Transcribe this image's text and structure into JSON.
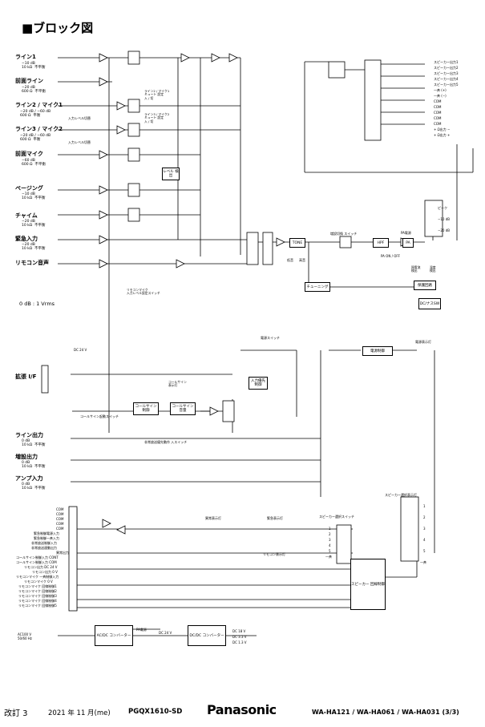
{
  "title": "■ブロック図",
  "inputs": [
    {
      "name": "ライン1",
      "spec": "−10 dB\n10 kΩ  不平衡"
    },
    {
      "name": "前面ライン",
      "spec": "−20 dB\n600 Ω  不平衡"
    },
    {
      "name": "ライン2 / マイク1",
      "spec": "−20 dB / −60 dB\n600 Ω  平衡"
    },
    {
      "name": "ライン3 / マイク2",
      "spec": "−20 dB / −60 dB\n600 Ω  平衡"
    },
    {
      "name": "前面マイク",
      "spec": "−60 dB\n600 Ω  不平衡"
    },
    {
      "name": "ページング",
      "spec": "−10 dB\n10 kΩ  不平衡"
    },
    {
      "name": "チャイム",
      "spec": "−20 dB\n10 kΩ  不平衡"
    },
    {
      "name": "緊急入力",
      "spec": "−20 dB\n10 kΩ  不平衡"
    },
    {
      "name": "リモコン音声",
      "spec": ""
    }
  ],
  "level_note": "0 dB : 1 Vrms",
  "ext_if": "拡張 I/F",
  "dc24": "DC 24 V",
  "outputs": [
    {
      "name": "ライン出力",
      "spec": "0 dB\n10 kΩ  不平衡"
    },
    {
      "name": "増設出力",
      "spec": "0 dB\n10 kΩ  不平衡"
    },
    {
      "name": "アンプ入力",
      "spec": "0 dB\n10 kΩ  不平衡"
    }
  ],
  "mid_labels": {
    "in_level_sw1": "入力レベル切替",
    "in_level_sw2": "入力レベル切替",
    "line2_mic1": "ライン2 / マイク1\nミュート 設定\n入 / 切",
    "line3_mic2": "ライン3 / マイク2\nミュート 設定\n入 / 切",
    "level_detect": "レベル\n検出",
    "remote_mic_sw": "リモコンマイク\n入力レベル設定スイッチ",
    "tone": "TONE",
    "bass": "低音",
    "treble": "高音",
    "announce_sw": "増設切換 スイッチ",
    "hpf": "HPF",
    "pa": "PA",
    "pa_power": "PA電源",
    "pa_onoff": "PA ON / OFF",
    "overcurrent": "過電流\n検出",
    "overtemp": "温度\n検出",
    "protect": "保護回路",
    "tuning": "チューニング",
    "dc_detect": "DC/ナスSW",
    "power_sw": "電源スイッチ",
    "power_ctrl": "電源制御",
    "power_led": "電源表示灯",
    "chime_led": "コールサイン\n表示灯",
    "chime_ctrl": "コールサイン\n制御",
    "chime_vol": "コールサイン\n音量",
    "chime_sw": "コールサイン起動スイッチ",
    "input_prio": "入力優先\n制御",
    "emerg_sw": "非常放送優先動作 入スイッチ",
    "fault_led": "異常表示灯",
    "emerg_led": "緊急表示灯",
    "remote_led": "リモコン表示灯",
    "sp_select_sw": "スピーカー選択スイッチ",
    "sp_select_led": "スピーカー選択表示灯",
    "sp_ctrl": "スピーカー\n回線制御",
    "ac_dc": "AC/DC コンバーター",
    "dc_dc": "DC/DC コンバーター",
    "pa_pwr_label": "PA電源",
    "dc24_out": "DC 24 V",
    "dc18": "DC 18 V",
    "dc33": "DC 3.3 V",
    "dc13": "DC 1.3 V",
    "ac_in": "AC100 V\n50/60 Hz",
    "peak": "ピーク",
    "minus10": "−10 dB",
    "minus20": "−20 dB"
  },
  "speaker_terms": [
    "スピーカー出力1",
    "スピーカー出力2",
    "スピーカー出力3",
    "スピーカー出力4",
    "スピーカー出力5",
    "一斉 (+)",
    "一斉 (−)",
    "COM",
    "COM",
    "COM",
    "COM",
    "COM",
    "+ Ω出力 −",
    "+ Ω出力 +"
  ],
  "sp_numbers": [
    "1",
    "2",
    "3",
    "4",
    "5",
    "一斉"
  ],
  "sp_switch_numbers": [
    "1",
    "2",
    "3",
    "4",
    "5",
    "一斉"
  ],
  "control_terms": [
    "COM",
    "COM",
    "COM",
    "COM",
    "COM",
    "緊急制御電源入力",
    "緊急制御一斉入力",
    "非常放送制御入力",
    "非常放送連動出力",
    "異常出力",
    "コールサイン制御入力 CONT",
    "コールサイン制御入力  COM",
    "リモコン出力 DC 24 V",
    "リモコン出力 0 V",
    "リモコンマイク 一斉制御入力",
    "リモコンマイク 0 V",
    "リモコンマイク 回線制御1",
    "リモコンマイク 回線制御2",
    "リモコンマイク 回線制御3",
    "リモコンマイク 回線制御4",
    "リモコンマイク 回線制御5"
  ],
  "footer": {
    "revision": "改訂 3",
    "date": "2021 年 11 月(me)",
    "code": "PGQX1610-SD",
    "brand": "Panasonic",
    "models": "WA-HA121 / WA-HA061 / WA-HA031  (3/3)"
  }
}
